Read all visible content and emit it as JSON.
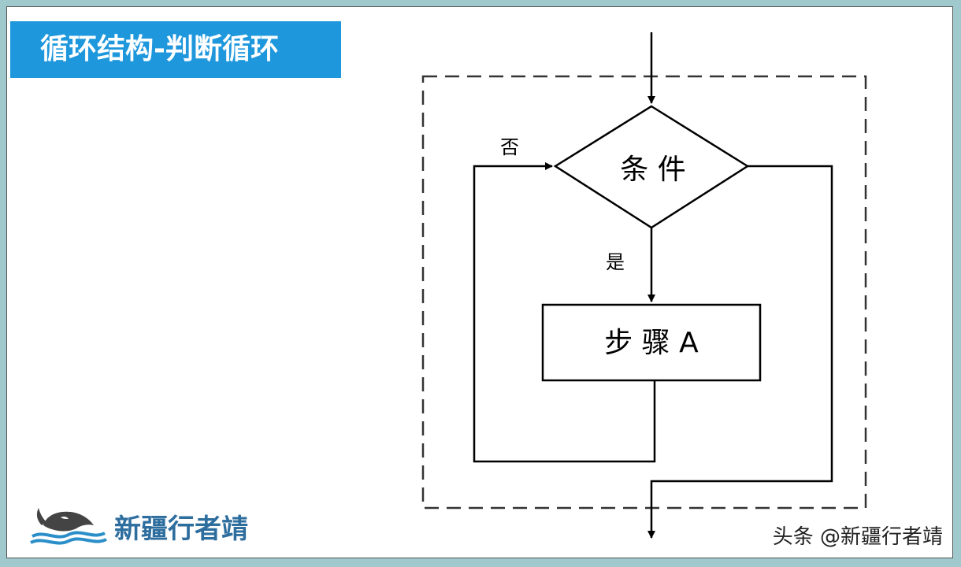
{
  "title": "循环结构-判断循环",
  "flowchart": {
    "condition_label": "条 件",
    "step_label": "步 骤 A",
    "yes_label": "是",
    "no_label": "否"
  },
  "branding": {
    "logo_text": "新疆行者靖",
    "watermark": "头条 @新疆行者靖"
  },
  "colors": {
    "title_banner": "#1e97dc",
    "logo_text": "#2e6e9e",
    "background_frame": "#9fc9cc"
  }
}
